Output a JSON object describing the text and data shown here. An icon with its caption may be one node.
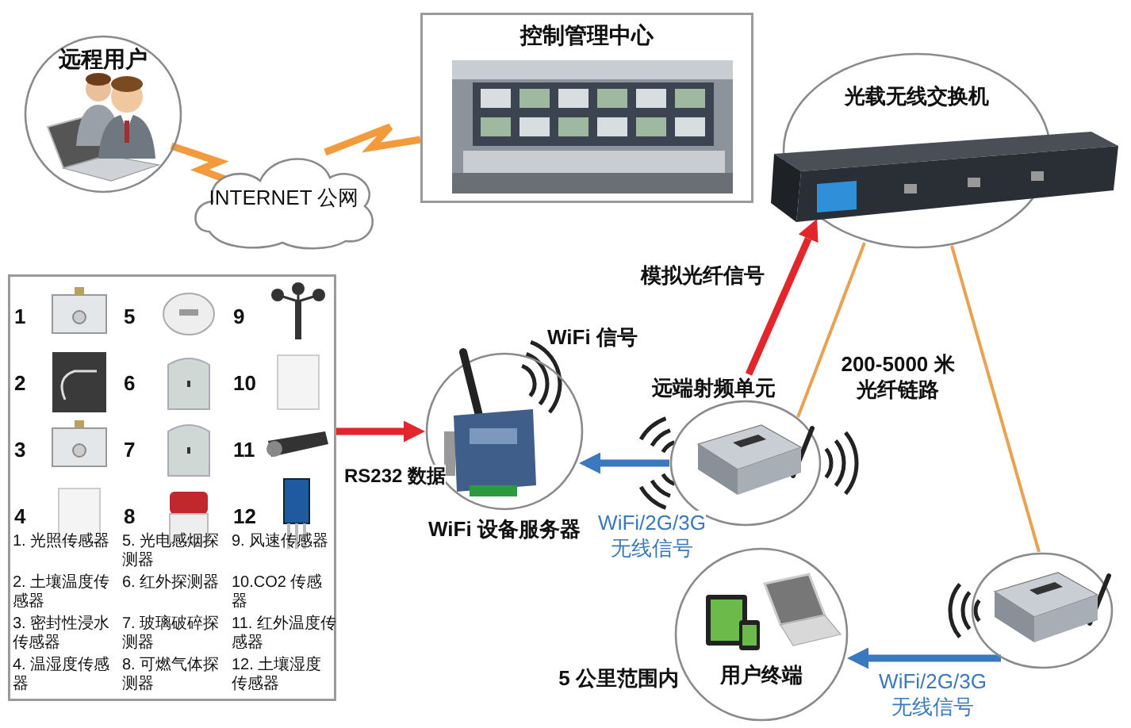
{
  "diagram": {
    "nodes": [
      {
        "text": [
          "远程用户"
        ]
      },
      {
        "text": [
          "INTERNET 公网"
        ]
      },
      {
        "text": [
          "控制管理中心"
        ]
      },
      {
        "text": [
          "光载无线交换机"
        ]
      },
      {
        "text": [
          "1",
          "5",
          "9",
          "2",
          "6",
          "10",
          "3",
          "7",
          "11",
          "4",
          "8",
          "12",
          "1. 光照传感器",
          "5. 光电感烟探测器",
          "9. 风速传感器",
          "2. 土壤温度传感器",
          "6. 红外探测器",
          "10.CO2 传感器",
          "3. 密封性浸水传感器",
          "7. 玻璃破碎探测器",
          "11. 红外温度传感器",
          "4. 温湿度传感器",
          "8. 可燃气体探测器",
          "12. 土壤湿度传感器"
        ]
      },
      {
        "text": [
          "WiFi 设备服务器"
        ],
        "beside": [
          "WiFi 信号"
        ]
      },
      {
        "text": [
          "远端射频单元"
        ]
      },
      {
        "text": [],
        "shape": "picture"
      },
      {
        "text": [
          "用户终端"
        ],
        "beside": [
          "5 公里范围内"
        ]
      }
    ],
    "edges": [
      {
        "from": 0,
        "to": 1,
        "arrow": "none",
        "color": "#f39a3c"
      },
      {
        "from": 1,
        "to": 2,
        "arrow": "none",
        "color": "#f39a3c"
      },
      {
        "from": 4,
        "to": 5,
        "arrow": "to",
        "label": "RS232 数据",
        "color": "#e2262b"
      },
      {
        "from": 6,
        "to": 3,
        "arrow": "to",
        "label": "模拟光纤信号",
        "color": "#e2262b"
      },
      {
        "from": 3,
        "to": 6,
        "arrow": "none",
        "label": "200-5000 米光纤链路",
        "color": "#e8a250"
      },
      {
        "from": 3,
        "to": 7,
        "arrow": "none",
        "color": "#e8a250"
      },
      {
        "from": 6,
        "to": 5,
        "arrow": "to",
        "label": "WiFi/2G/3G无线信号",
        "color": "#3a78c0"
      },
      {
        "from": 7,
        "to": 8,
        "arrow": "to",
        "label": "WiFi/2G/3G无线信号",
        "color": "#3a78c0"
      }
    ]
  }
}
